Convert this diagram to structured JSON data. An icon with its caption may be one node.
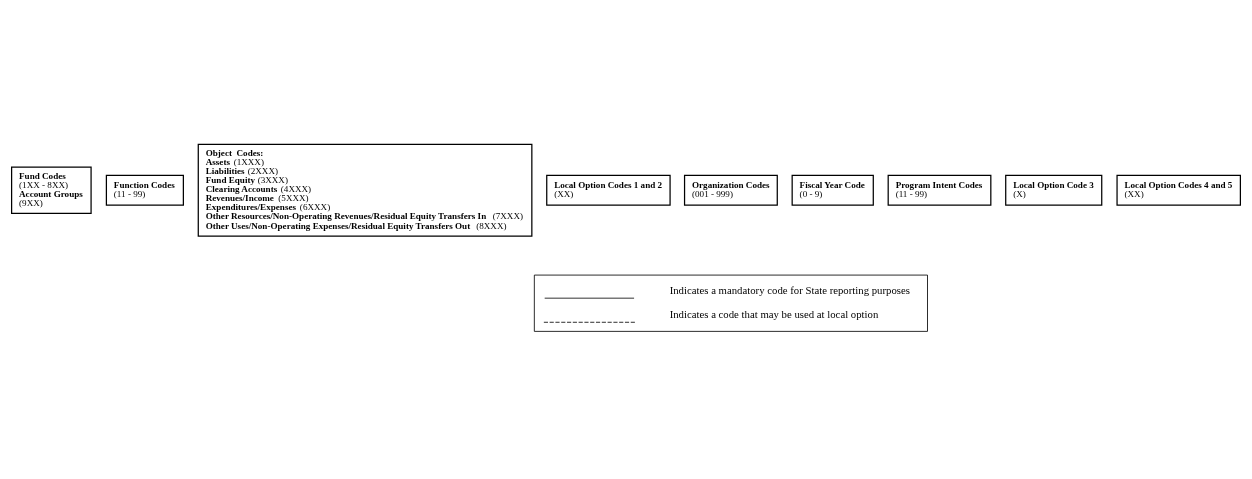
{
  "diagram": {
    "nodes": [
      {
        "text": [
          "**Fund Codes** (1XX - 8XX)",
          "**Account Groups** (9XX)"
        ]
      },
      {
        "text": [
          "**Function Codes** (11 - 99)"
        ]
      },
      {
        "text": [
          "Object  Codes:",
          "**Assets** (1XXX)",
          "**Liabilities** (2XXX)",
          "**Fund Equity** (3XXX)",
          "**Clearing Accounts** (4XXX)",
          "**Revenues/Income** (5XXX)",
          "**Expenditures/Expenses** (6XXX)",
          "**Other Resources/Non-Operating Revenues/Residual Equity Transfers In** (7XXX)",
          "**Other Uses/Non-Operating Expenses/Residual Equity Transfers Out** (8XXX)"
        ]
      },
      {
        "text": [
          "**Local Option Codes 1 and 2** (XX)"
        ]
      },
      {
        "text": [
          "**Organization Codes** (001 - 999)"
        ]
      },
      {
        "text": [
          "**Fiscal Year Code** (0 - 9)"
        ]
      },
      {
        "text": [
          "**Program Intent Codes** (11 - 99)"
        ]
      },
      {
        "text": [
          "**Local Option Code 3** (X)"
        ]
      },
      {
        "text": [
          "**Local Option Codes 4 and 5** (XX)"
        ]
      }
    ],
    "legend": [
      {
        "text": "Indicates a mandatory code for State reporting purposes"
      },
      {
        "text": "Indicates a code that may be used at local option"
      }
    ]
  }
}
